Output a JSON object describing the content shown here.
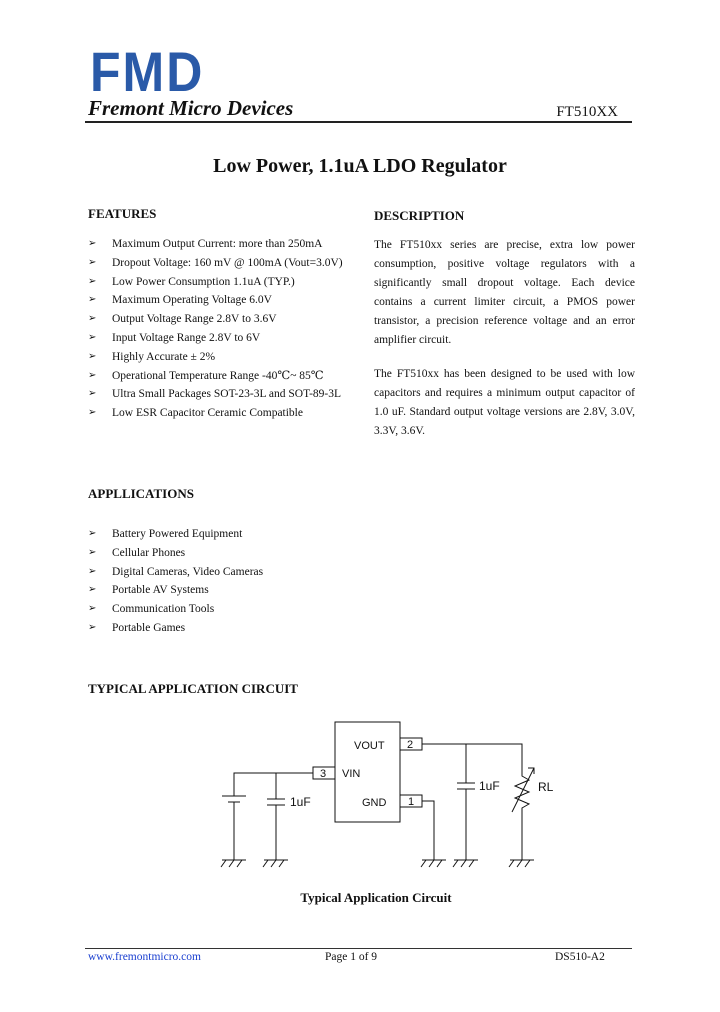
{
  "header": {
    "logo": "FMD",
    "company": "Fremont Micro Devices",
    "part_number": "FT510XX"
  },
  "title": "Low Power, 1.1uA LDO Regulator",
  "features": {
    "heading": "FEATURES",
    "items": [
      "Maximum Output Current: more than 250mA",
      "Dropout Voltage: 160 mV @ 100mA (Vout=3.0V)",
      "Low Power Consumption 1.1uA (TYP.)",
      "Maximum Operating Voltage 6.0V",
      "Output Voltage Range 2.8V to 3.6V",
      "Input Voltage Range 2.8V to 6V",
      "Highly Accurate ± 2%",
      "Operational Temperature Range -40℃~ 85℃",
      "Ultra Small Packages SOT-23-3L and SOT-89-3L",
      "Low ESR Capacitor Ceramic Compatible"
    ]
  },
  "description": {
    "heading": "DESCRIPTION",
    "paragraphs": [
      "The FT510xx series are precise, extra low power consumption, positive voltage regulators with a significantly small dropout voltage. Each device contains a current limiter circuit, a PMOS power transistor, a precision reference voltage and an error amplifier circuit.",
      "The FT510xx has been designed to be used with low capacitors and requires a minimum output capacitor of 1.0 uF. Standard output voltage versions are 2.8V, 3.0V, 3.3V, 3.6V."
    ]
  },
  "applications": {
    "heading": "APPLLICATIONS",
    "items": [
      "Battery Powered Equipment",
      "Cellular Phones",
      "Digital Cameras, Video Cameras",
      "Portable AV Systems",
      "Communication Tools",
      "Portable Games"
    ]
  },
  "circuit": {
    "heading": "TYPICAL APPLICATION CIRCUIT",
    "pin_vout": "VOUT",
    "pin_vin": "VIN",
    "pin_gnd": "GND",
    "pin_num_vout": "2",
    "pin_num_vin": "3",
    "pin_num_gnd": "1",
    "cap_in": "1uF",
    "cap_out": "1uF",
    "load": "RL",
    "caption": "Typical Application Circuit"
  },
  "footer": {
    "website": "www.fremontmicro.com",
    "page": "Page 1 of 9",
    "doc_id": "DS510-A2"
  },
  "bullet_glyph": "➢",
  "colors": {
    "logo": "#2a5aa8",
    "link": "#1a3fd0"
  }
}
